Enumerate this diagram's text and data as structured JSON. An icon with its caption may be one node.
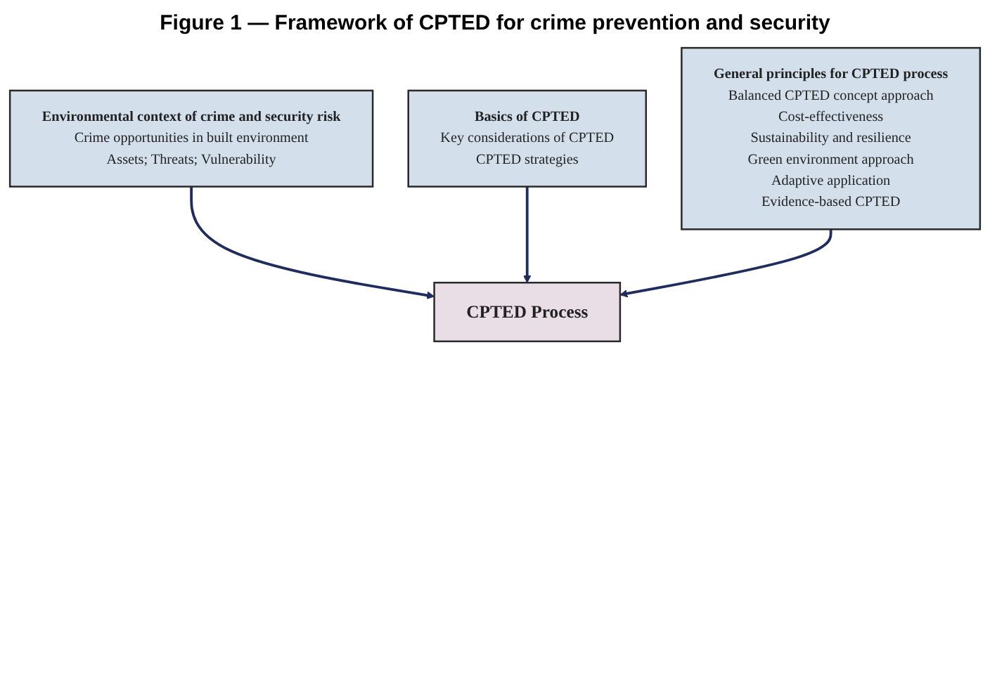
{
  "diagram": {
    "title": "Figure 1 — Framework of CPTED for crime prevention and security",
    "nodes": [
      {
        "text": [
          "Environmental context of crime and security risk",
          "Crime opportunities in built environment",
          "Assets; Threats; Vulnerability"
        ]
      },
      {
        "text": [
          "Basics of CPTED",
          "Key considerations of CPTED",
          "CPTED strategies"
        ]
      },
      {
        "text": [
          "CPTED Process"
        ]
      },
      {
        "text": [
          "General principles for CPTED process",
          "Balanced CPTED concept approach",
          "Cost-effectiveness",
          "Sustainability and resilience",
          "Green environment approach",
          "Adaptive application",
          "Evidence-based CPTED"
        ]
      }
    ],
    "edges": [
      {
        "from": 0,
        "to": 2,
        "arrow": "to"
      },
      {
        "from": 1,
        "to": 2,
        "arrow": "to"
      },
      {
        "from": 3,
        "to": 2,
        "arrow": "to"
      }
    ]
  }
}
